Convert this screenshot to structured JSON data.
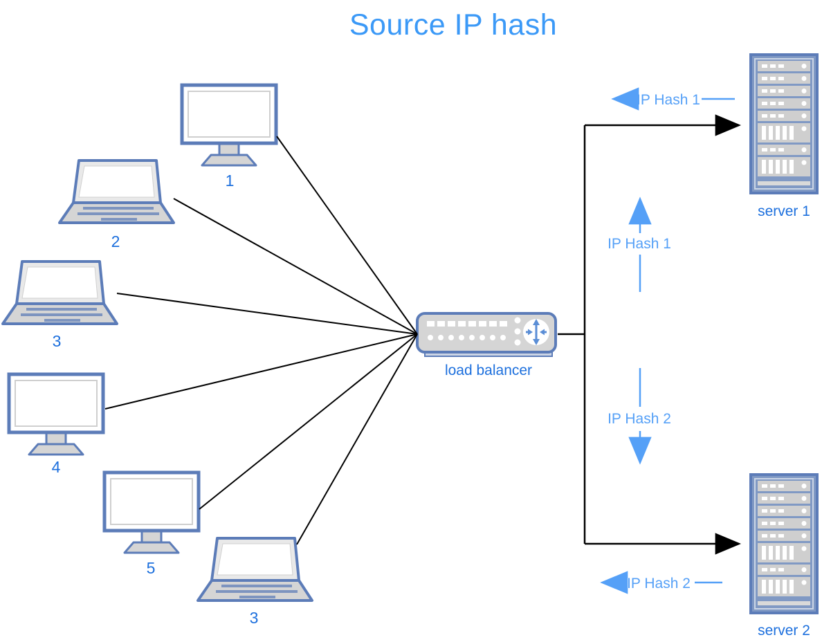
{
  "title": "Source IP hash",
  "colors": {
    "title_blue": "#3b99f7",
    "label_blue": "#1c6fdd",
    "annotation_blue": "#55a0f7",
    "device_stroke": "#5c7cb8",
    "device_fill": "#d5d5d5",
    "server_frame_fill": "#8099c4",
    "connector_black": "#000000"
  },
  "clients": [
    {
      "label": "1",
      "type": "desktop-monitor"
    },
    {
      "label": "2",
      "type": "laptop"
    },
    {
      "label": "3",
      "type": "laptop"
    },
    {
      "label": "4",
      "type": "desktop-monitor"
    },
    {
      "label": "5",
      "type": "desktop-monitor"
    },
    {
      "label": "3",
      "type": "laptop"
    }
  ],
  "load_balancer": {
    "label": "load balancer"
  },
  "servers": [
    {
      "label": "server 1"
    },
    {
      "label": "server 2"
    }
  ],
  "annotations": {
    "server1_response": "IP Hash 1",
    "route_to_server1": "IP Hash 1",
    "route_to_server2": "IP Hash 2",
    "server2_response": "IP Hash 2"
  }
}
